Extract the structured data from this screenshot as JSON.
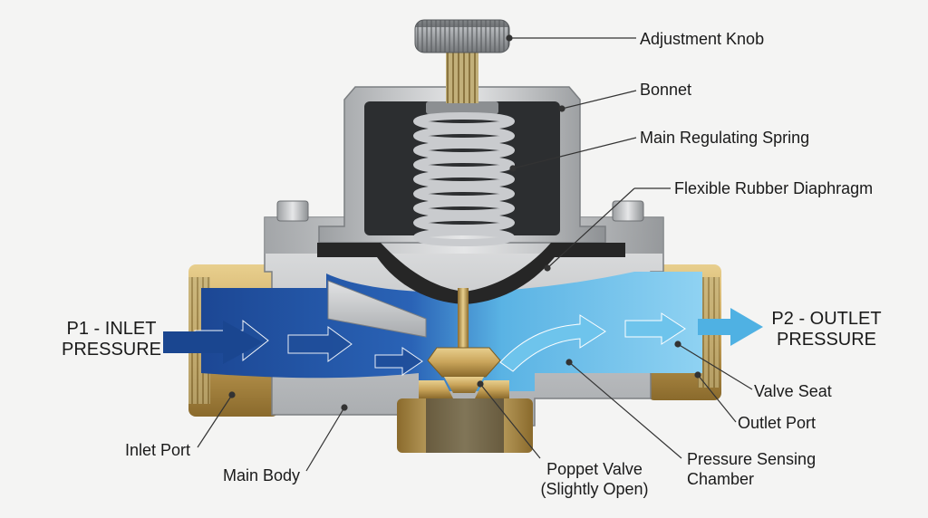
{
  "labels": {
    "adjustment_knob": "Adjustment Knob",
    "bonnet": "Bonnet",
    "main_spring": "Main Regulating Spring",
    "diaphragm": "Flexible Rubber Diaphragm",
    "p1_line1": "P1 - INLET",
    "p1_line2": "PRESSURE",
    "p2_line1": "P2 - OUTLET",
    "p2_line2": "PRESSURE",
    "valve_seat": "Valve Seat",
    "outlet_port": "Outlet Port",
    "inlet_port": "Inlet Port",
    "main_body": "Main Body",
    "poppet_line1": "Poppet Valve",
    "poppet_line2": "(Slightly Open)",
    "chamber_line1": "Pressure Sensing",
    "chamber_line2": "Chamber"
  },
  "colors": {
    "inlet_blue": "#1f4e9a",
    "outlet_blue": "#5ab8e6",
    "brass": "#c9a45a",
    "steel": "#c8cacc",
    "rubber": "#2b2b2b"
  }
}
